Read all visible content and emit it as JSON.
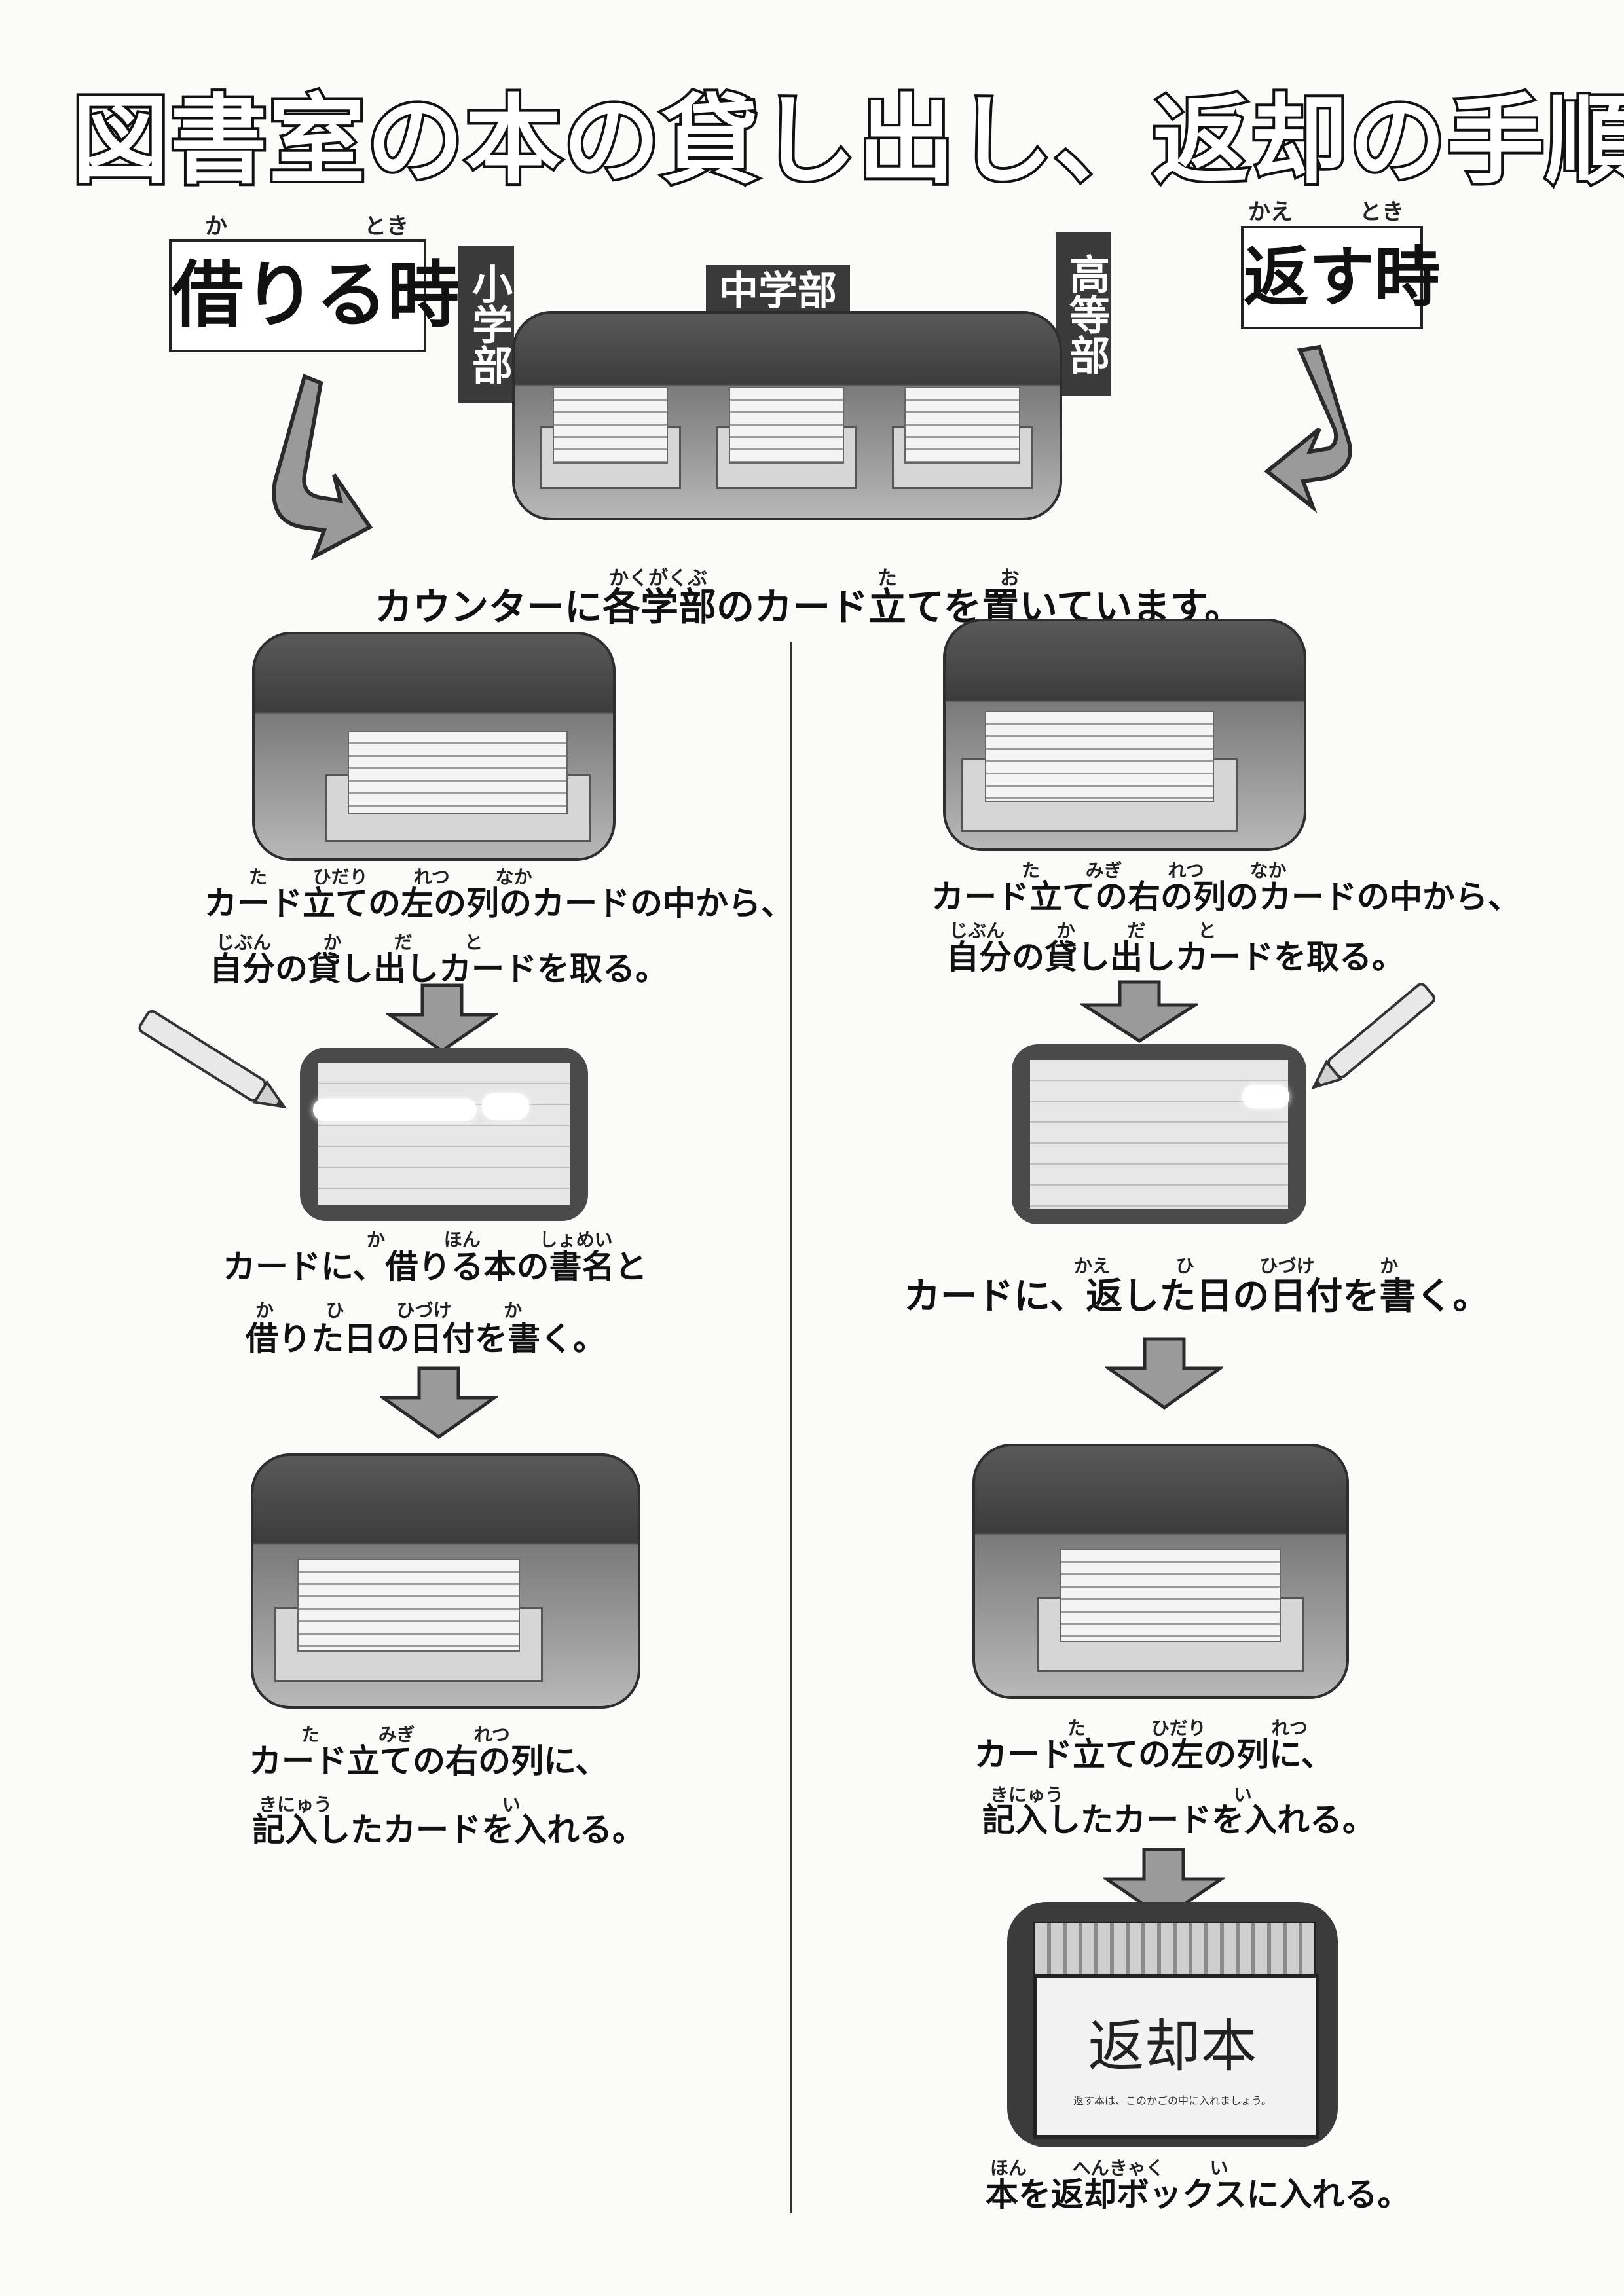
{
  "title": "図書室の本の貸し出し、返却の手順",
  "borrow": {
    "ruby_left": "か",
    "ruby_right": "とき",
    "label": "借りる時"
  },
  "return": {
    "ruby_left": "かえ",
    "ruby_right": "とき",
    "label": "返す時"
  },
  "divisions": {
    "elementary": "小学部",
    "junior": "中学部",
    "senior": "高等部"
  },
  "counter": {
    "ruby_1": "かくがくぶ",
    "ruby_2": "た",
    "ruby_3": "お",
    "text": "カウンターに各学部のカード立てを置いています。"
  },
  "left_steps": {
    "step1_ruby": "た ひだり れつ なか",
    "step1_line1": "カード立ての左の列のカードの中から、",
    "step1_ruby2": "じぶん か だ と",
    "step1_line2": "自分の貸し出しカードを取る。",
    "step2_ruby": "か ほん しょめい",
    "step2_line1": "カードに、借りる本の書名と",
    "step2_ruby2": "か ひ ひづけ か",
    "step2_line2": "借りた日の日付を書く。",
    "step3_ruby": "た みぎ れつ",
    "step3_line1": "カード立ての右の列に、",
    "step3_ruby2": "きにゅう い",
    "step3_line2": "記入したカードを入れる。"
  },
  "right_steps": {
    "step1_ruby": "た みぎ れつ なか",
    "step1_line1": "カード立ての右の列のカードの中から、",
    "step1_ruby2": "じぶん か だ と",
    "step1_line2": "自分の貸し出しカードを取る。",
    "step2_ruby": "かえ ひ ひづけ か",
    "step2_line1": "カードに、返した日の日付を書く。",
    "step3_ruby": "た ひだり れつ",
    "step3_line1": "カード立ての左の列に、",
    "step3_ruby2": "きにゅう い",
    "step3_line2": "記入したカードを入れる。",
    "step4_ruby": "ほん へんきゃく い",
    "step4_line1": "本を返却ボックスに入れる。"
  },
  "box_sign": {
    "main": "返却本",
    "sub": "返す本は、このかごの中に入れましょう。"
  },
  "colors": {
    "arrow_fill": "#9a9a9a",
    "arrow_stroke": "#2a2a2a"
  }
}
